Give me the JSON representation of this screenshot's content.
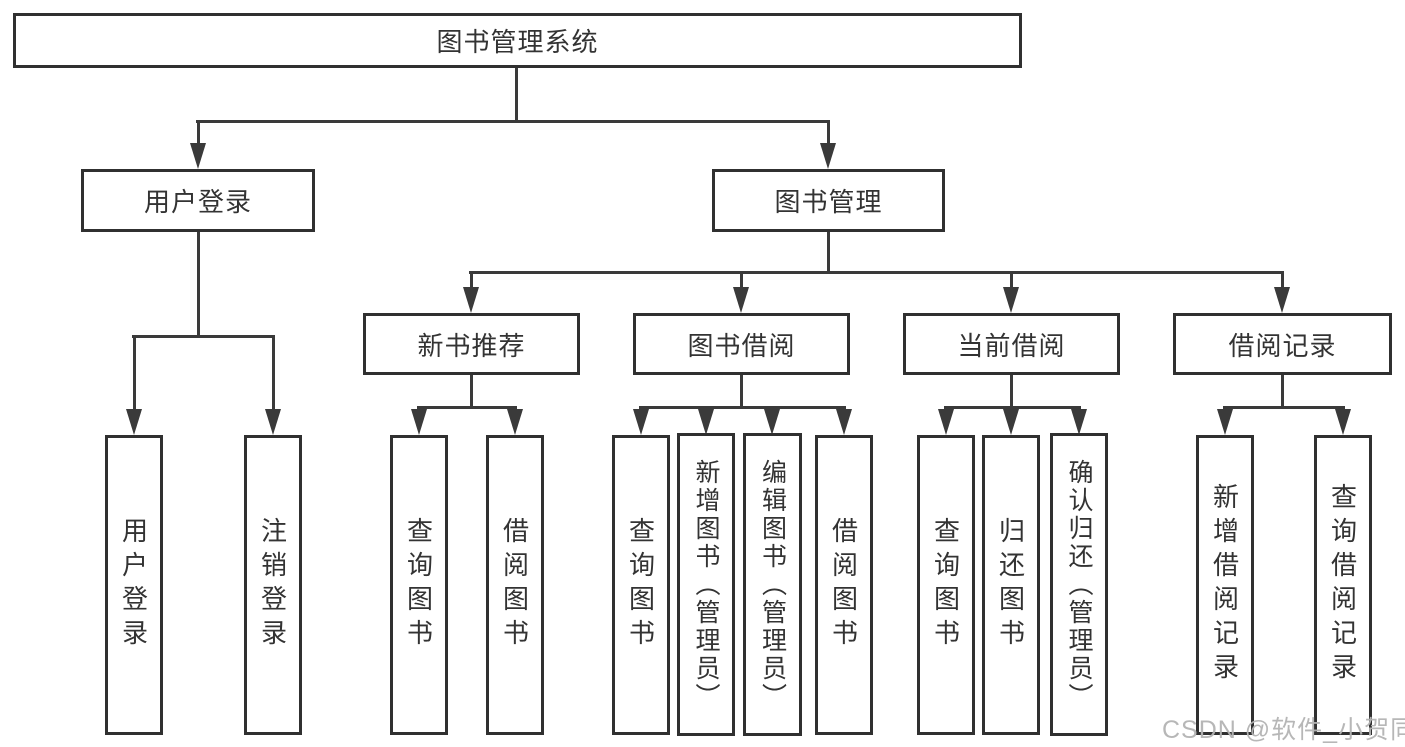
{
  "diagram": {
    "root": {
      "label": "图书管理系统"
    },
    "branches": [
      {
        "label": "用户登录",
        "children": [
          {
            "label": "用户登录"
          },
          {
            "label": "注销登录"
          }
        ]
      },
      {
        "label": "图书管理",
        "children": [
          {
            "label": "新书推荐",
            "children": [
              {
                "label": "查询图书"
              },
              {
                "label": "借阅图书"
              }
            ]
          },
          {
            "label": "图书借阅",
            "children": [
              {
                "label": "查询图书"
              },
              {
                "label": "新增图书（管理员）"
              },
              {
                "label": "编辑图书（管理员）"
              },
              {
                "label": "借阅图书"
              }
            ]
          },
          {
            "label": "当前借阅",
            "children": [
              {
                "label": "查询图书"
              },
              {
                "label": "归还图书"
              },
              {
                "label": "确认归还（管理员）"
              }
            ]
          },
          {
            "label": "借阅记录",
            "children": [
              {
                "label": "新增借阅记录"
              },
              {
                "label": "查询借阅记录"
              }
            ]
          }
        ]
      }
    ]
  },
  "watermark": {
    "text": "CSDN @软件_小贺同学"
  },
  "colors": {
    "line": "#3a3a3a",
    "border": "#303030",
    "text": "#333333",
    "background": "#ffffff",
    "watermark": "#b4b4b4"
  }
}
